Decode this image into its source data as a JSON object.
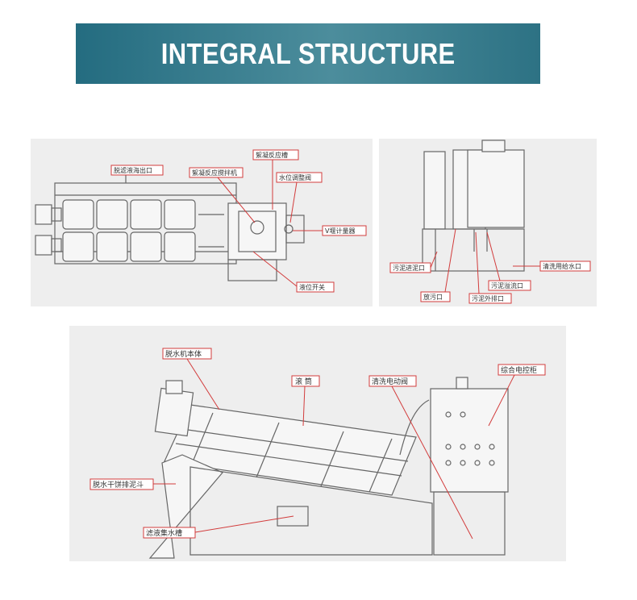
{
  "header": {
    "title": "INTEGRAL STRUCTURE"
  },
  "top_left_labels": {
    "outlet": "脱滤液海出口",
    "reaction_tank": "絮凝反应槽",
    "mixer": "絮凝反应搅拌机",
    "level_adjust": "水位调整阀",
    "v_meter": "V堰计量器",
    "level_switch": "液位开关"
  },
  "top_right_labels": {
    "sludge_inlet": "污泥进泥口",
    "drain": "放污口",
    "overflow": "污泥溢流口",
    "return": "清洗用给水口",
    "sludge_out": "污泥外排口"
  },
  "bottom_labels": {
    "body": "脱水机本体",
    "drum": "滚 筒",
    "valve": "清洗电动阀",
    "cabinet": "综合电控柜",
    "hopper": "脱水干饼排泥斗",
    "tank": "滤液集水槽"
  },
  "colors": {
    "banner": "#2b7285",
    "callout": "#d23c3c",
    "panel": "#eeeeee"
  }
}
